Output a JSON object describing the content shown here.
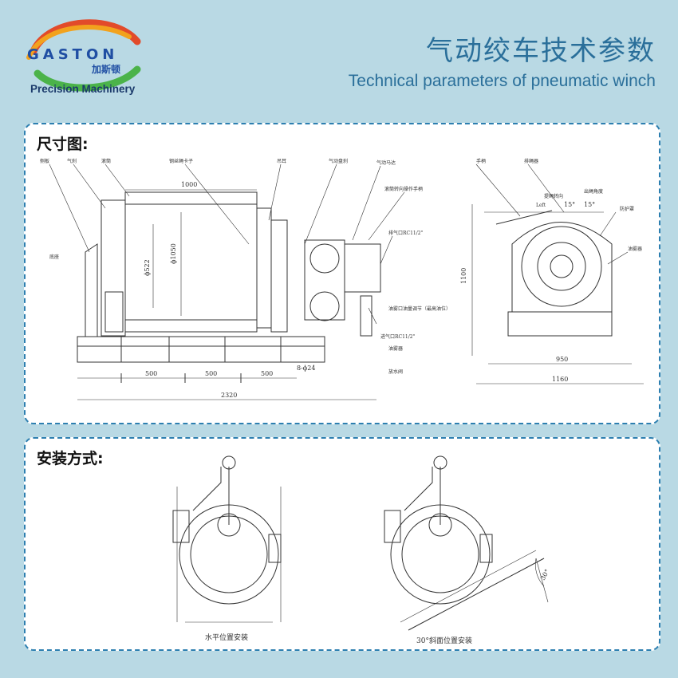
{
  "header": {
    "brand": "GASTON",
    "brand_cn": "加斯顿",
    "brand_sub": "Precision Machinery",
    "title_cn": "气动绞车技术参数",
    "title_en": "Technical parameters of pneumatic winch"
  },
  "dimensions": {
    "label": "尺寸图:",
    "dims": {
      "drum_length": "1000",
      "flange_dia": "ϕ1050",
      "drum_dia": "ϕ522",
      "base_seg1": "500",
      "base_seg2": "500",
      "base_seg3": "500",
      "bolt_holes": "8-ϕ24",
      "overall_length": "2320",
      "height": "1100",
      "width_inner": "950",
      "width_outer": "1160",
      "angle_left": "15°",
      "angle_right": "15°"
    },
    "callouts": {
      "brake_band": "侧板",
      "brake_cyl": "气刹",
      "drum": "滚筒",
      "rope_clamp": "钢丝绳卡子",
      "lug": "吊耳",
      "air_brake": "气动盘刹",
      "air_motor": "气动马达",
      "handle": "滚筒转向操作手柄",
      "exhaust": "排气口RC11/2\"",
      "lubricator": "油雾口油量调节（最高油位）",
      "intake": "进气口RC11/2\"",
      "filter": "油雾器",
      "water": "放水阀",
      "base": "底座",
      "hand_lever": "手柄",
      "rope_guide": "排绳器",
      "rope_dir": "提绳转向",
      "rope_out": "出绳角度",
      "left": "Left",
      "guard": "防护罩",
      "oil": "油雾器"
    }
  },
  "installation": {
    "label": "安装方式:",
    "horizontal": "水平位置安装",
    "inclined": "30°斜面位置安装",
    "angle": "30°"
  },
  "colors": {
    "background": "#b9d9e4",
    "accent": "#2a6f9a",
    "panel_border": "#2d7fb0",
    "brand_blue": "#1f4ea3"
  }
}
